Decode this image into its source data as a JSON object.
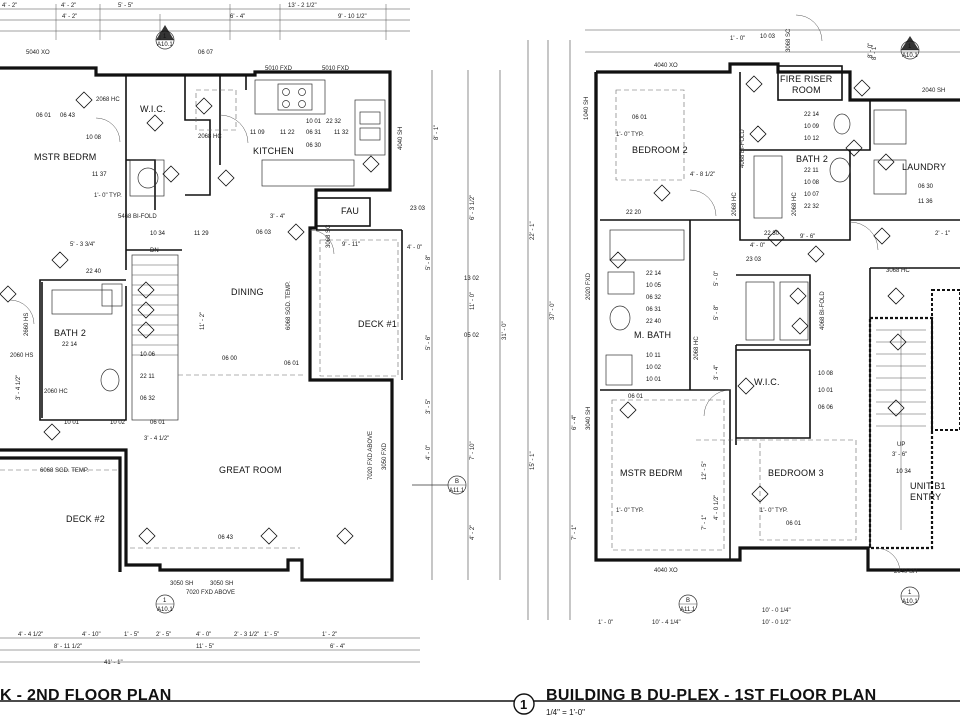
{
  "titles": {
    "left": "K - 2ND FLOOR PLAN",
    "right": "BUILDING B  DU-PLEX - 1ST FLOOR PLAN",
    "drawing_number": "1",
    "scale": "1/4\" = 1'-0\""
  },
  "left_plan": {
    "rooms": {
      "mstr_bedrm": "MSTR BEDRM",
      "wic": "W.I.C.",
      "kitchen": "KITCHEN",
      "fau": "FAU",
      "dining": "DINING",
      "deck1": "DECK #1",
      "bath2": "BATH 2",
      "great_room": "GREAT ROOM",
      "deck2": "DECK #2",
      "dn": "DN"
    },
    "notes": {
      "window_5040": "5040 XO",
      "window_5010a": "5010 FXD",
      "window_5010b": "5010 FXD",
      "door_2068hc": "2068 HC",
      "door_5468": "5468 BI-FOLD",
      "typ": "1'- 0\" TYP.",
      "dim_5_3_4": "5' - 3 3/4\"",
      "door_6068": "6068 SGD. TEMP.",
      "door_6068b": "6068 SGD. TEMP.",
      "door_3068sc": "3068 SC",
      "dim_9_11": "9' - 11\"",
      "window_3050sh": "3050 SH",
      "window_3050sh2": "3050 SH",
      "window_7020": "7020 FXD ABOVE",
      "window_7020b": "7020 FXD ABOVE",
      "window_3050fxd": "3050 FXD",
      "window_4040sh": "4040 SH",
      "window_2060": "2060 HS",
      "window_2660": "2660 HS",
      "door_2060hc": "2060 HC"
    },
    "tags": {
      "t0601a": "06 01",
      "t0643a": "06 43",
      "t1008a": "10 08",
      "t1137": "11 37",
      "t1034": "10 34",
      "t1129": "11 29",
      "t2240": "22 40",
      "t2214": "22 14",
      "t1006": "10 06",
      "t2211": "22 11",
      "t0632": "06 32",
      "t1001": "10 01",
      "t1002": "10 02",
      "t0601b": "06 01",
      "t0600": "06 00",
      "t0601c": "06 01",
      "t0643b": "06 43",
      "t1109": "11 09",
      "t1122": "11 22",
      "t0631": "06 31",
      "t1132": "11 32",
      "t2232": "22 32",
      "t1001k": "10 01",
      "t0630": "06 30",
      "t0607": "06 07",
      "t2303": "23 03",
      "t1302": "13 02",
      "t0502": "05 02",
      "t0603": "06 03"
    },
    "dims": {
      "d1": "4' - 2\"",
      "d2": "4' - 2\"",
      "d3": "5' - 5\"",
      "d4": "13' - 2 1/2\"",
      "d5": "9' - 10 1/2\"",
      "d6": "4' - 4 1/2\"",
      "d7": "4' - 10\"",
      "d8": "1' - 5\"",
      "d9": "2' - 5\"",
      "d10": "4' - 0\"",
      "d11": "2' - 3 1/2\"",
      "d12": "1' - 5\"",
      "d13": "1' - 2\"",
      "d14": "8' - 11 1/2\"",
      "d15": "11' - 5\"",
      "d16": "6' - 4\"",
      "d17": "41' - 1\"",
      "d18": "8' - 1\"",
      "d19": "6' - 3 1/2\"",
      "d20": "11' - 0\"",
      "d21": "31' - 0\"",
      "d22": "7' - 10\"",
      "d23": "4' - 2\"",
      "d24": "11' - 2\"",
      "d25": "3' - 4 1/2\"",
      "d26": "4' - 0\"",
      "d27": "5' - 8\"",
      "d28": "5' - 6\"",
      "d29": "3' - 4\"",
      "d30": "4' - 0\"",
      "d31": "3' - 4 1/2\"",
      "d32": "3' - 5\""
    },
    "sections": {
      "s1_num": "1",
      "s1_ref": "A10.1",
      "s2_num": "1",
      "s2_ref": "A10.1",
      "s3_num": "B",
      "s3_ref": "A11.1"
    }
  },
  "right_plan": {
    "rooms": {
      "bedroom2": "BEDROOM 2",
      "fire_riser": "FIRE RISER ROOM",
      "bath2": "BATH 2",
      "laundry": "LAUNDRY",
      "mbath": "M. BATH",
      "wic": "W.I.C.",
      "mstr_bedrm": "MSTR BEDRM",
      "bedroom3": "BEDROOM 3",
      "unit_entry": "UNIT B1 ENTRY",
      "up": "UP"
    },
    "notes": {
      "window_4040a": "4040 XO",
      "window_4040b": "4040 XO",
      "window_2040": "2040 SH",
      "window_1040": "1040 SH",
      "window_2020": "2020 FXD",
      "door_2068a": "2068 HC",
      "door_2068b": "2068 HC",
      "door_2068c": "2068 HC",
      "door_4068a": "4068 BI-FOLD",
      "door_4068b": "4068 BI-FOLD",
      "door_3068": "3068 HC",
      "door_3040": "3040 SH",
      "door_3068sc": "3068 SC",
      "typ1": "1'- 0\" TYP.",
      "typ2": "1'- 0\" TYP.",
      "typ3": "1'- 0\" TYP.",
      "window_2040sh": "2040 SH"
    },
    "tags": {
      "r1003": "10 03",
      "r0601a": "06 01",
      "r2214": "22 14",
      "r1009": "10 09",
      "r1012": "10 12",
      "r2211": "22 11",
      "r1008": "10 08",
      "r1007": "10 07",
      "r2232": "22 32",
      "r2220": "22 20",
      "r2230": "22 30",
      "r2303": "23 03",
      "r1005": "10 05",
      "r0632": "06 32",
      "r0631": "06 31",
      "r2240": "22 40",
      "r1011": "10 11",
      "r1002": "10 02",
      "r1001": "10 01",
      "r0630": "06 30",
      "r1136": "11 36",
      "r2214b": "22 14",
      "r0601b": "06 01",
      "r1008b": "10 08",
      "r0606": "06 06",
      "r1034": "10 34",
      "r1001b": "10 01",
      "r0601c": "06 01"
    },
    "dims": {
      "e1": "1' - 0\"",
      "e2": "8' - 0\"",
      "e3": "4' - 8 1/2\"",
      "e4": "22' - 1\"",
      "e5": "37' - 0\"",
      "e6": "15' - 1\"",
      "e7": "6' - 4\"",
      "e8": "7' - 1\"",
      "e9": "10' - 0 1/4\"",
      "e10": "10' - 0 1/2\"",
      "e11": "10' - 4 1/4\"",
      "e12": "1' - 0\"",
      "e13": "8' - 1\"",
      "e14": "4' - 0\"",
      "e15": "9' - 6\"",
      "e16": "3' - 6\"",
      "e17": "5' - 8\"",
      "e18": "12' - 5\"",
      "e19": "7' - 1\"",
      "e20": "4' - 0 1/2\"",
      "e21": "3' - 4\"",
      "e22": "5' - 0\"",
      "e23": "2' - 1\""
    },
    "sections": {
      "s1_num": "1",
      "s1_ref": "A10.1",
      "s2_num": "1",
      "s2_ref": "A10.1",
      "s3_num": "B",
      "s3_ref": "A11.1"
    }
  }
}
